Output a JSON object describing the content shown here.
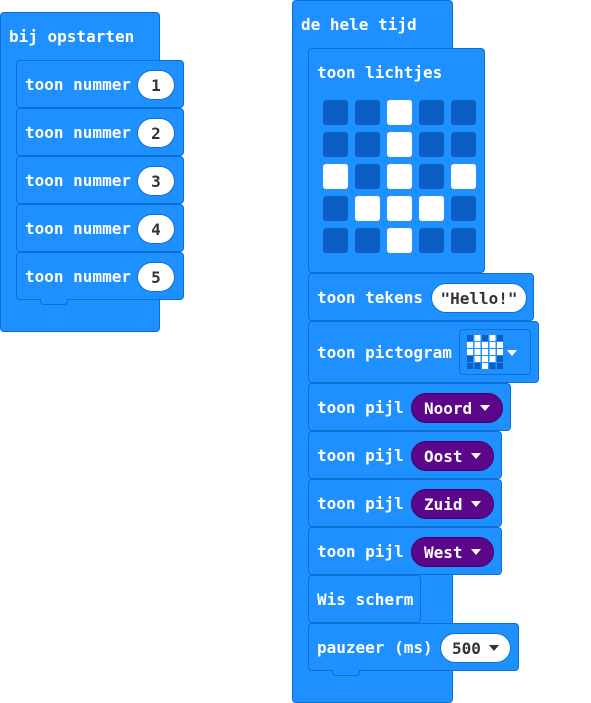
{
  "colors": {
    "block": "#1e90ff",
    "block_dark": "#0b70d4",
    "led_off": "#0b5fc4",
    "led_on": "#ffffff",
    "dropdown": "#5c068c"
  },
  "on_start": {
    "title": "bij opstarten",
    "rows": [
      {
        "label": "toon nummer",
        "value": "1"
      },
      {
        "label": "toon nummer",
        "value": "2"
      },
      {
        "label": "toon nummer",
        "value": "3"
      },
      {
        "label": "toon nummer",
        "value": "4"
      },
      {
        "label": "toon nummer",
        "value": "5"
      }
    ]
  },
  "forever": {
    "title": "de hele tijd",
    "show_leds": {
      "label": "toon lichtjes",
      "grid": [
        [
          0,
          0,
          1,
          0,
          0
        ],
        [
          0,
          0,
          1,
          0,
          0
        ],
        [
          1,
          0,
          1,
          0,
          1
        ],
        [
          0,
          1,
          1,
          1,
          0
        ],
        [
          0,
          0,
          1,
          0,
          0
        ]
      ]
    },
    "show_string": {
      "label": "toon tekens",
      "value": "\"Hello!\""
    },
    "show_icon": {
      "label": "toon pictogram",
      "icon": "heart-icon"
    },
    "arrows": [
      {
        "label": "toon pijl",
        "value": "Noord"
      },
      {
        "label": "toon pijl",
        "value": "Oost"
      },
      {
        "label": "toon pijl",
        "value": "Zuid"
      },
      {
        "label": "toon pijl",
        "value": "West"
      }
    ],
    "clear": {
      "label": "Wis scherm"
    },
    "pause": {
      "label": "pauzeer (ms)",
      "value": "500"
    }
  }
}
